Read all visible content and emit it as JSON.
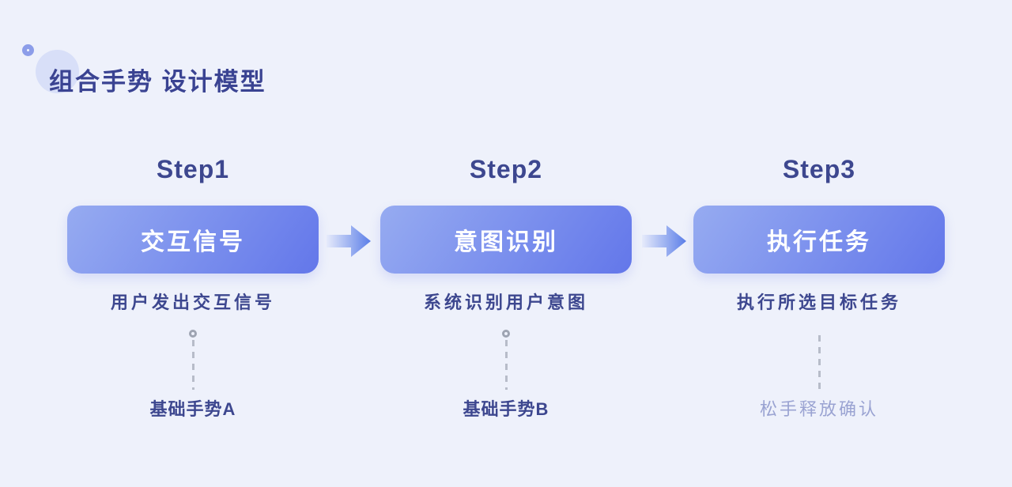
{
  "title": {
    "text": "组合手势 设计模型"
  },
  "icons": {
    "decor_ring": "ring-circle-icon",
    "decor_bubble": "bubble-circle-icon",
    "flow_arrow": "arrow-right-icon",
    "connector_marker": "circle-outline-icon"
  },
  "colors": {
    "background": "#EEF1FB",
    "title_text": "#3A4392",
    "step_label_text": "#3D478F",
    "box_gradient_start": "#96ABF1",
    "box_gradient_end": "#6377EA",
    "box_text": "#FFFFFF",
    "arrow_gradient_start": "#E6EBFB",
    "arrow_gradient_end": "#5B7EE8",
    "connector_gray": "#9EA4B2",
    "dash_gray": "#B7BCC9",
    "muted_label_text": "#9AA3D2",
    "decor_ring": "#8C9DE9",
    "decor_bubble": "#D8DFF8"
  },
  "steps": [
    {
      "step_label": "Step1",
      "box_label": "交互信号",
      "description": "用户发出交互信号",
      "bottom_label": "基础手势A",
      "has_circle_marker": true,
      "bottom_label_muted": false
    },
    {
      "step_label": "Step2",
      "box_label": "意图识别",
      "description": "系统识别用户意图",
      "bottom_label": "基础手势B",
      "has_circle_marker": true,
      "bottom_label_muted": false
    },
    {
      "step_label": "Step3",
      "box_label": "执行任务",
      "description": "执行所选目标任务",
      "bottom_label": "松手释放确认",
      "has_circle_marker": false,
      "bottom_label_muted": true
    }
  ]
}
